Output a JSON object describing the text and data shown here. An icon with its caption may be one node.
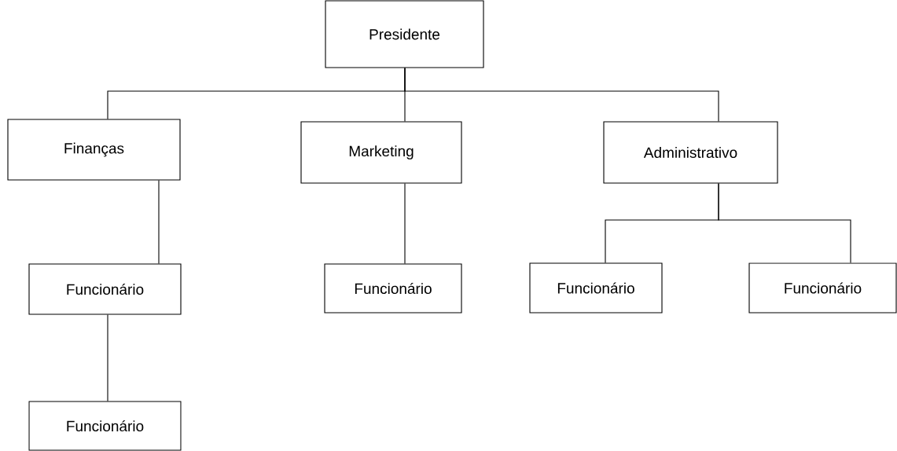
{
  "diagram": {
    "nodes": [
      {
        "text": [
          "Presidente"
        ]
      },
      {
        "text": [
          "Finanças"
        ]
      },
      {
        "text": [
          "Marketing"
        ]
      },
      {
        "text": [
          "Administrativo"
        ]
      },
      {
        "text": [
          "Funcionário"
        ]
      },
      {
        "text": [
          "Funcionário"
        ]
      },
      {
        "text": [
          "Funcionário"
        ]
      },
      {
        "text": [
          "Funcionário"
        ]
      },
      {
        "text": [
          "Funcionário"
        ]
      }
    ],
    "edges": [
      {
        "from": 0,
        "to": 1,
        "arrow": "none"
      },
      {
        "from": 0,
        "to": 2,
        "arrow": "none"
      },
      {
        "from": 0,
        "to": 3,
        "arrow": "none"
      },
      {
        "from": 1,
        "to": 4,
        "arrow": "none"
      },
      {
        "from": 4,
        "to": 8,
        "arrow": "none"
      },
      {
        "from": 2,
        "to": 5,
        "arrow": "none"
      },
      {
        "from": 3,
        "to": 6,
        "arrow": "none"
      },
      {
        "from": 3,
        "to": 7,
        "arrow": "none"
      }
    ]
  }
}
